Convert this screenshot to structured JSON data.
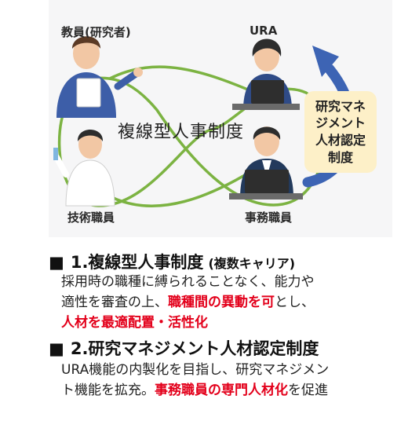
{
  "diagram": {
    "roles": {
      "faculty": "教員(研究者)",
      "ura": "URA",
      "technical": "技術職員",
      "administrative": "事務職員"
    },
    "center_title": "複線型人事制度",
    "certification_box": [
      "研究マネ",
      "ジメント",
      "人材認定",
      "制度"
    ],
    "colors": {
      "loop": "#7cb342",
      "arrow": "#3d64b4",
      "box": "#fdf0c8",
      "highlight": "#e3001b"
    }
  },
  "sections": [
    {
      "marker": "■",
      "heading": "1.複線型人事制度",
      "note": "(複数キャリア)",
      "lines": [
        [
          {
            "t": "採用時の職種に縛られることなく、能力や",
            "h": false
          }
        ],
        [
          {
            "t": "適性を審査の上、",
            "h": false
          },
          {
            "t": "職種間の異動を可",
            "h": true
          },
          {
            "t": "とし、",
            "h": false
          }
        ],
        [
          {
            "t": "人材を最適配置・活性化",
            "h": true
          }
        ]
      ]
    },
    {
      "marker": "■",
      "heading": "2.研究マネジメント人材認定制度",
      "note": "",
      "lines": [
        [
          {
            "t": "URA機能の内製化を目指し、研究マネジメン",
            "h": false
          }
        ],
        [
          {
            "t": "ト機能を拡充。",
            "h": false
          },
          {
            "t": "事務職員の専門人材化",
            "h": true
          },
          {
            "t": "を促進",
            "h": false
          }
        ]
      ]
    }
  ]
}
